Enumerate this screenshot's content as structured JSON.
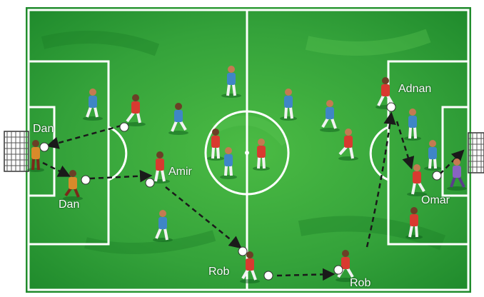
{
  "colors": {
    "grass_light": "#3fae3c",
    "grass_dark": "#1f8a2c",
    "lines": "#ffffff",
    "team_red": "#d83a30",
    "team_blue": "#3f86c6",
    "keeper_orange": "#d98a2a",
    "keeper_purple": "#8a63c2",
    "pass_arrow": "#1a1a1a"
  },
  "labels": {
    "dan_top": "Dan",
    "dan_bottom": "Dan",
    "amir": "Amir",
    "rob_left": "Rob",
    "rob_right": "Rob",
    "adnan": "Adnan",
    "omar": "Omar"
  }
}
